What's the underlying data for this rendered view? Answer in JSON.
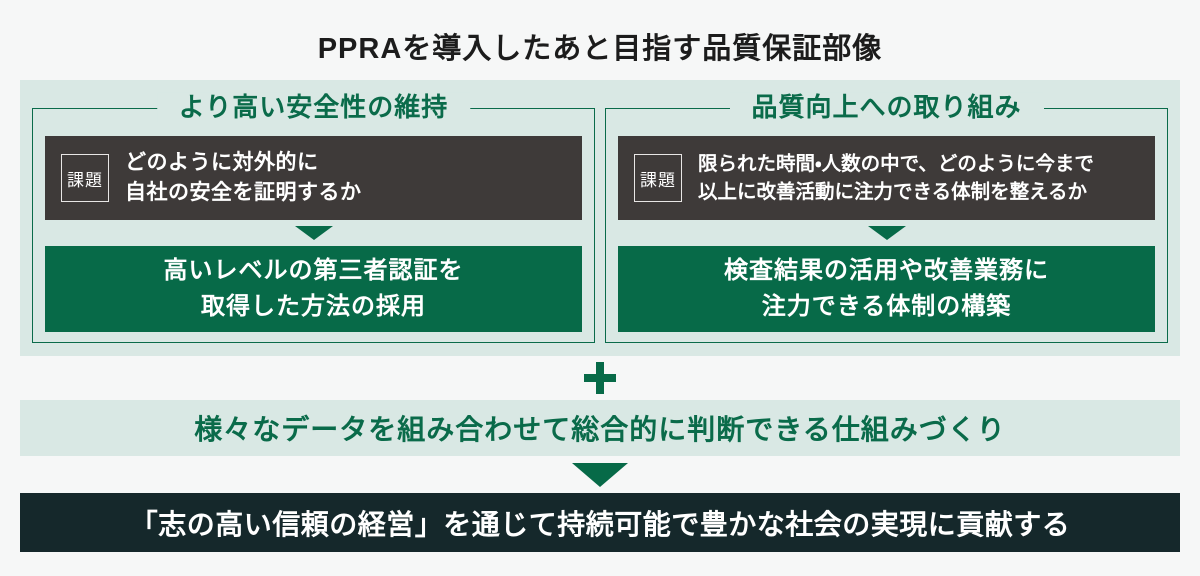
{
  "title": "PPRAを導入したあと目指す品質保証部像",
  "colors": {
    "page_background": "#f6f7f7",
    "panel_background": "#d9e8e4",
    "accent_green": "#076a48",
    "challenge_dark": "#3e3a39",
    "mission_dark": "#15282b",
    "text_white": "#ffffff"
  },
  "columns": [
    {
      "header": "より高い安全性の維持",
      "challenge_label": "課題",
      "challenge_line1": "どのように対外的に",
      "challenge_line2": "自社の安全を証明するか",
      "solution_line1": "高いレベルの第三者認証を",
      "solution_line2": "取得した方法の採用"
    },
    {
      "header": "品質向上への取り組み",
      "challenge_label": "課題",
      "challenge_line1": "限られた時間・人数の中で、どのように今まで",
      "challenge_line2": "以上に改善活動に注力できる体制を整えるか",
      "solution_line1": "検査結果の活用や改善業務に",
      "solution_line2": "注力できる体制の構築"
    }
  ],
  "integration_bar": "様々なデータを組み合わせて総合的に判断できる仕組みづくり",
  "mission_bar": "「志の高い信頼の経営」を通じて持続可能で豊かな社会の実現に貢献する"
}
